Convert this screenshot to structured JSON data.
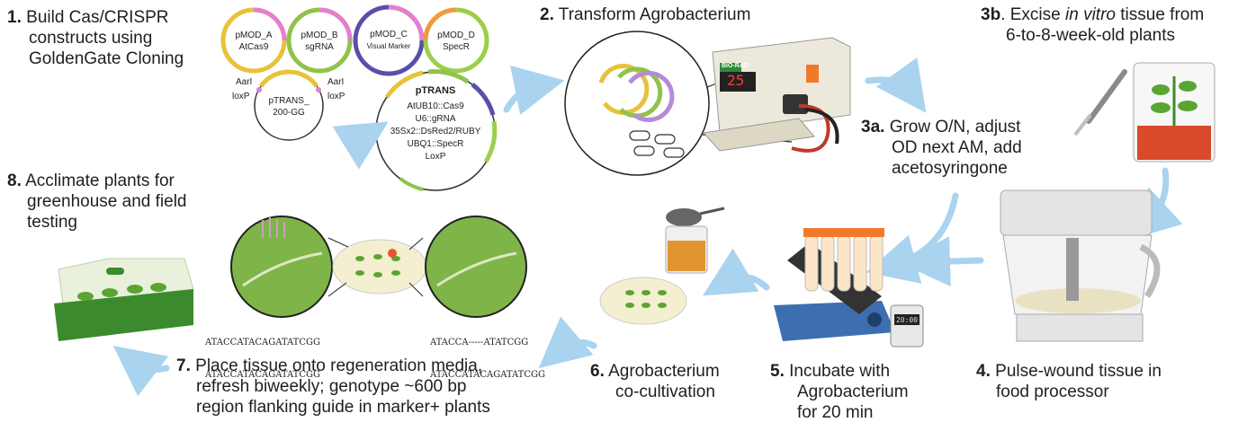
{
  "steps": {
    "s1": {
      "num": "1.",
      "lines": [
        "Build Cas/CRISPR",
        "constructs using",
        "GoldenGate Cloning"
      ]
    },
    "s2": {
      "num": "2.",
      "text": "Transform Agrobacterium"
    },
    "s3b": {
      "num": "3b",
      "pre": ". Excise ",
      "em": "in vitro",
      "post": " tissue from",
      "line2": "6-to-8-week-old plants"
    },
    "s3a": {
      "num": "3a.",
      "lines": [
        "Grow O/N, adjust",
        "OD next AM, add",
        "acetosyringone"
      ]
    },
    "s4": {
      "num": "4.",
      "lines": [
        "Pulse-wound tissue in",
        "food processor"
      ]
    },
    "s5": {
      "num": "5.",
      "lines": [
        "Incubate with",
        "Agrobacterium",
        "for 20 min"
      ]
    },
    "s6": {
      "num": "6.",
      "lines": [
        "Agrobacterium",
        "co-cultivation"
      ]
    },
    "s7": {
      "num": "7.",
      "lines": [
        "Place tissue onto regeneration media,",
        "refresh biweekly; genotype ~600 bp",
        "region flanking guide in marker+ plants"
      ]
    },
    "s8": {
      "num": "8.",
      "lines": [
        "Acclimate plants for",
        "greenhouse and field",
        "testing"
      ]
    }
  },
  "plasmids": {
    "modules": [
      {
        "lines": [
          "pMOD_A",
          "AtCas9"
        ]
      },
      {
        "lines": [
          "pMOD_B",
          "sgRNA"
        ]
      },
      {
        "lines": [
          "pMOD_C",
          "Visual Marker"
        ]
      },
      {
        "lines": [
          "pMOD_D",
          "SpecR"
        ]
      }
    ],
    "backbone": {
      "lines": [
        "pTRANS_",
        "200-GG"
      ],
      "left_sites": [
        "AarI",
        "loxP"
      ],
      "right_sites": [
        "AarI",
        "loxP"
      ]
    },
    "final": {
      "title": "pTRANS",
      "lines": [
        "AtUB10::Cas9",
        "U6::gRNA",
        "35Sx2::DsRed2/RUBY",
        "UBQ1::SpecR",
        "LoxP"
      ]
    }
  },
  "device": {
    "brand": "BIO-RAD",
    "display": "25"
  },
  "timer": {
    "display": "20:00"
  },
  "sequences": {
    "wildtype": [
      "ATACCATACAGATATCGG",
      "ATACCATACAGATATCGG"
    ],
    "edited": [
      "ATACCA-----ATATCGG",
      "ATACCATACAGATATCGG"
    ]
  },
  "colors": {
    "arrow": "#a9d3ef",
    "greenBox": "#3c8a2e",
    "plantGreen": "#5aa532",
    "agar": "#f3efd0"
  }
}
